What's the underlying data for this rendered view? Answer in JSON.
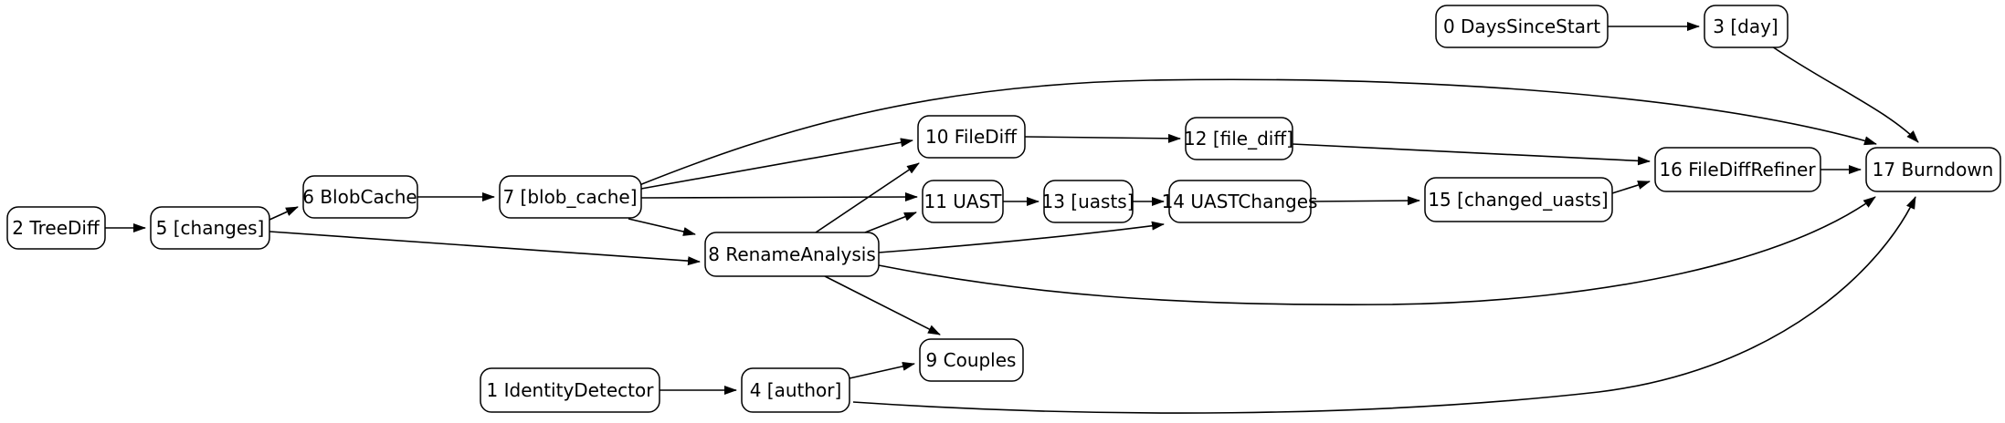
{
  "diagram": {
    "kind": "directed-acyclic-graph",
    "background_color": "#ffffff",
    "node_fill_color": "#ffffff",
    "node_border_color": "#000000",
    "edge_color": "#000000",
    "text_color": "#000000",
    "nodes": {
      "n0": {
        "label": "0 DaysSinceStart"
      },
      "n1": {
        "label": "1 IdentityDetector"
      },
      "n2": {
        "label": "2 TreeDiff"
      },
      "n3": {
        "label": "3 [day]"
      },
      "n4": {
        "label": "4 [author]"
      },
      "n5": {
        "label": "5 [changes]"
      },
      "n6": {
        "label": "6 BlobCache"
      },
      "n7": {
        "label": "7 [blob_cache]"
      },
      "n8": {
        "label": "8 RenameAnalysis"
      },
      "n9": {
        "label": "9 Couples"
      },
      "n10": {
        "label": "10 FileDiff"
      },
      "n11": {
        "label": "11 UAST"
      },
      "n12": {
        "label": "12 [file_diff]"
      },
      "n13": {
        "label": "13 [uasts]"
      },
      "n14": {
        "label": "14 UASTChanges"
      },
      "n15": {
        "label": "15 [changed_uasts]"
      },
      "n16": {
        "label": "16 FileDiffRefiner"
      },
      "n17": {
        "label": "17 Burndown"
      }
    },
    "edges": [
      {
        "from": "2 TreeDiff",
        "to": "5 [changes]"
      },
      {
        "from": "5 [changes]",
        "to": "6 BlobCache"
      },
      {
        "from": "5 [changes]",
        "to": "8 RenameAnalysis"
      },
      {
        "from": "6 BlobCache",
        "to": "7 [blob_cache]"
      },
      {
        "from": "7 [blob_cache]",
        "to": "8 RenameAnalysis"
      },
      {
        "from": "7 [blob_cache]",
        "to": "10 FileDiff"
      },
      {
        "from": "7 [blob_cache]",
        "to": "11 UAST"
      },
      {
        "from": "7 [blob_cache]",
        "to": "17 Burndown"
      },
      {
        "from": "8 RenameAnalysis",
        "to": "10 FileDiff"
      },
      {
        "from": "8 RenameAnalysis",
        "to": "11 UAST"
      },
      {
        "from": "8 RenameAnalysis",
        "to": "14 UASTChanges"
      },
      {
        "from": "8 RenameAnalysis",
        "to": "9 Couples"
      },
      {
        "from": "8 RenameAnalysis",
        "to": "17 Burndown"
      },
      {
        "from": "10 FileDiff",
        "to": "12 [file_diff]"
      },
      {
        "from": "11 UAST",
        "to": "13 [uasts]"
      },
      {
        "from": "12 [file_diff]",
        "to": "16 FileDiffRefiner"
      },
      {
        "from": "13 [uasts]",
        "to": "14 UASTChanges"
      },
      {
        "from": "14 UASTChanges",
        "to": "15 [changed_uasts]"
      },
      {
        "from": "15 [changed_uasts]",
        "to": "16 FileDiffRefiner"
      },
      {
        "from": "16 FileDiffRefiner",
        "to": "17 Burndown"
      },
      {
        "from": "0 DaysSinceStart",
        "to": "3 [day]"
      },
      {
        "from": "3 [day]",
        "to": "17 Burndown"
      },
      {
        "from": "1 IdentityDetector",
        "to": "4 [author]"
      },
      {
        "from": "4 [author]",
        "to": "9 Couples"
      },
      {
        "from": "4 [author]",
        "to": "17 Burndown"
      }
    ]
  }
}
